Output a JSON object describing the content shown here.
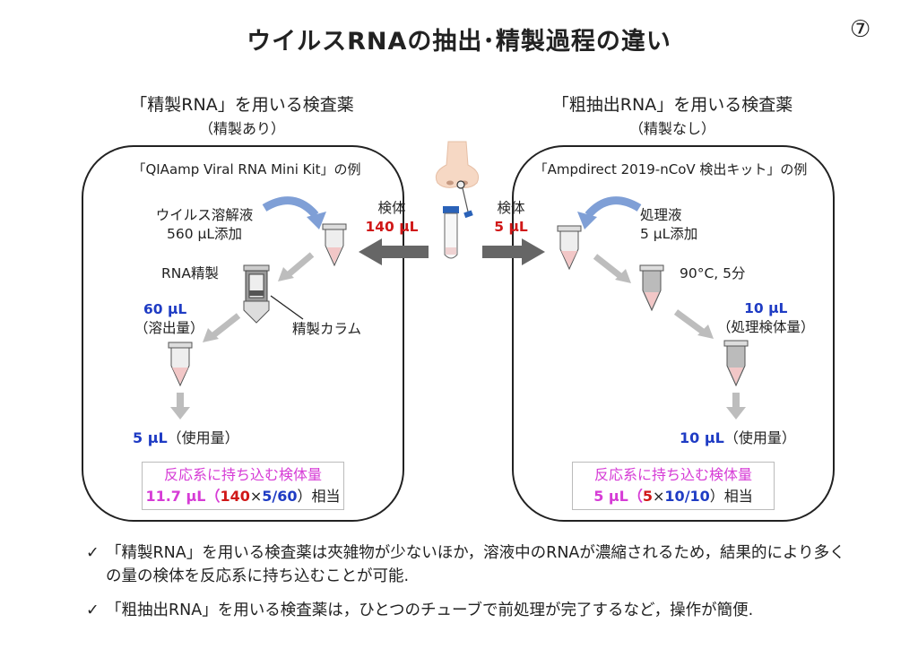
{
  "title": "ウイルスRNAの抽出･精製過程の違い",
  "page_number": "⑦",
  "left": {
    "heading": "「精製RNA」を用いる検査薬",
    "subheading": "（精製あり）",
    "kit": "「QIAamp Viral RNA Mini Kit」の例",
    "lysis_label_1": "ウイルス溶解液",
    "lysis_label_2": "560 μL添加",
    "purify_label": "RNA精製",
    "column_label": "精製カラム",
    "elution_amount": "60 μL",
    "elution_label": "（溶出量）",
    "use_amount": "5 μL",
    "use_label": "（使用量）",
    "result_title": "反応系に持ち込む検体量",
    "result_value": "11.7 μL（",
    "result_a": "140",
    "result_x": "×",
    "result_b": "5/60",
    "result_tail": "）相当"
  },
  "center": {
    "left_specimen_label": "検体",
    "left_specimen_amount": "140 μL",
    "right_specimen_label": "検体",
    "right_specimen_amount": "5 μL"
  },
  "right": {
    "heading": "「粗抽出RNA」を用いる検査薬",
    "subheading": "（精製なし）",
    "kit": "「Ampdirect 2019-nCoV 検出キット」の例",
    "treat_label_1": "処理液",
    "treat_label_2": "5 μL添加",
    "heat_label": "90°C, 5分",
    "processed_amount": "10 μL",
    "processed_label": "（処理検体量）",
    "use_amount": "10 μL",
    "use_label": "（使用量）",
    "result_title": "反応系に持ち込む検体量",
    "result_value": "5 μL（",
    "result_a": "5",
    "result_x": "×",
    "result_b": "10/10",
    "result_tail": "）相当"
  },
  "notes": [
    "「精製RNA」を用いる検査薬は夾雑物が少ないほか，溶液中のRNAが濃縮されるため，結果的により多くの量の検体を反応系に持ち込むことが可能.",
    "「粗抽出RNA」を用いる検査薬は，ひとつのチューブで前処理が完了するなど，操作が簡便."
  ],
  "check_symbol": "✓",
  "colors": {
    "blue": "#1f3cc4",
    "red": "#d01818",
    "magenta": "#d63cd6",
    "arrow_gray": "#bdbdbd",
    "dark_arrow": "#666666"
  }
}
